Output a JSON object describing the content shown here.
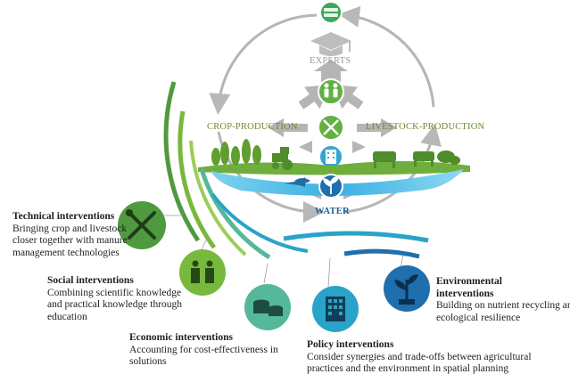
{
  "diagram": {
    "nodes": {
      "experts": "EXPERTS",
      "crop": "CROP-PRODUCTION",
      "livestock": "LIVESTOCK-PRODUCTION",
      "water": "WATER"
    }
  },
  "interventions": [
    {
      "title": "Technical interventions",
      "line1": "Bringing crop and livestock",
      "line2": "closer together with manure",
      "line3": "management technologies",
      "icon": "wrench-screwdriver-icon"
    },
    {
      "title": "Social interventions",
      "line1": "Combining scientific knowledge",
      "line2": "and practical knowledge through",
      "line3": "education",
      "icon": "people-icon"
    },
    {
      "title": "Economic interventions",
      "line1": "Accounting for cost-effectiveness in",
      "line2": "solutions",
      "icon": "coins-icon"
    },
    {
      "title": "Policy interventions",
      "line1": "Consider synergies and trade-offs between agricultural",
      "line2": "practices and the environment in spatial planning",
      "icon": "building-icon"
    },
    {
      "title": "Environmental",
      "title2": "interventions",
      "line1": "Building on nutrient recycling and",
      "line2": "ecological resilience",
      "icon": "plant-icon"
    }
  ],
  "colors": {
    "technical": "#4f9a3f",
    "social": "#78b83c",
    "economic": "#55b89a",
    "policy": "#2aa3c9",
    "environmental": "#1f6fae",
    "cycle_arrows": "#b3b3b3",
    "crop_label": "#6b8c2e",
    "livestock_label": "#6b8c2e",
    "water_label": "#1e5f96"
  }
}
